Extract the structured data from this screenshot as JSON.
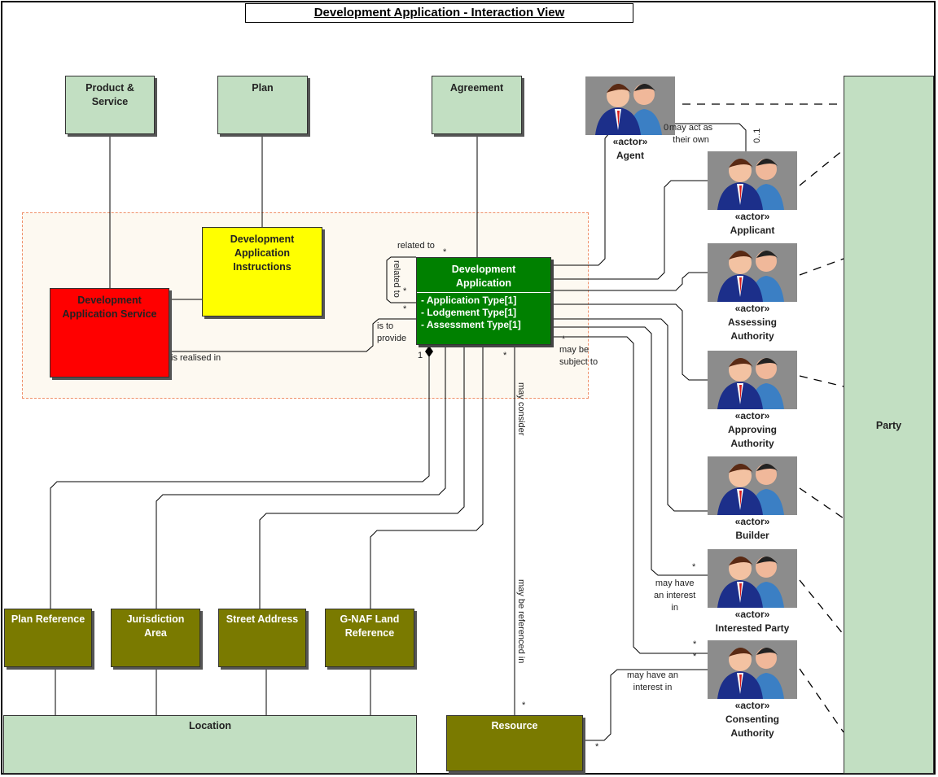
{
  "title": "Development Application - Interaction View",
  "boxes": {
    "product_service": "Product &\nService",
    "plan": "Plan",
    "agreement": "Agreement",
    "instructions": "Development\nApplication\nInstructions",
    "service": "Development\nApplication Service",
    "da_name": "Development\nApplication",
    "da_attrs": [
      "- Application Type[1]",
      "- Lodgement Type[1]",
      "- Assessment Type[1]"
    ],
    "plan_reference": "Plan Reference",
    "jurisdiction_area": "Jurisdiction\nArea",
    "street_address": "Street Address",
    "gnaf": "G-NAF Land\nReference",
    "location": "Location",
    "resource": "Resource",
    "party": "Party"
  },
  "actors": [
    {
      "stereo": "«actor»",
      "name": "Agent"
    },
    {
      "stereo": "«actor»",
      "name": "Applicant"
    },
    {
      "stereo": "«actor»",
      "name": "Assessing\nAuthority"
    },
    {
      "stereo": "«actor»",
      "name": "Approving\nAuthority"
    },
    {
      "stereo": "«actor»",
      "name": "Builder"
    },
    {
      "stereo": "«actor»",
      "name": "Interested Party"
    },
    {
      "stereo": "«actor»",
      "name": "Consenting\nAuthority"
    }
  ],
  "labels": {
    "related_to_top": "related to",
    "related_to_side": "related to",
    "is_to_provide": "is to\nprovide",
    "is_realised_in": "is realised in",
    "may_be_subject_to": "may be\nsubject to",
    "may_consider": "may consider",
    "may_be_referenced_in": "may be referenced in",
    "may_act": "may act as\ntheir own",
    "may_have_interest_1": "may have\nan interest\nin",
    "may_have_interest_2": "may have an\ninterest in",
    "zero": "0",
    "one": "1",
    "zero_dots": "0..1",
    "star": "*"
  },
  "colors": {
    "pale_green": "#c2dfc2",
    "olive": "#7a7a00",
    "yellow": "#ffff00",
    "red": "#ff0000",
    "green": "#008000",
    "package_border": "#f0906a"
  }
}
